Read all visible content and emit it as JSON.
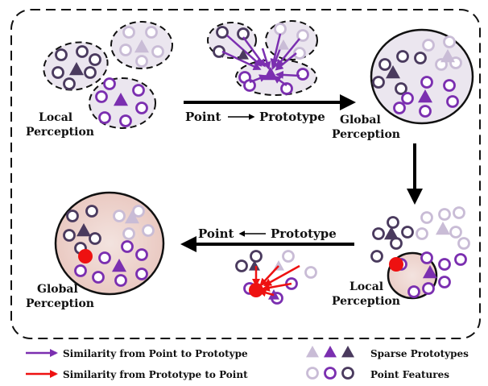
{
  "labels": {
    "local_perception_1": [
      "Local",
      "Perception"
    ],
    "point_to_prototype": {
      "point": "Point",
      "prototype": "Prototype"
    },
    "global_perception_1": [
      "Global",
      "Perception"
    ],
    "point_from_prototype": {
      "point": "Point",
      "prototype": "Prototype"
    },
    "global_perception_2": [
      "Global",
      "Perception"
    ],
    "local_perception_2": [
      "Local",
      "Perception"
    ]
  },
  "legend": {
    "purple_arrow": "Similarity from Point to Prototype",
    "red_arrow": "Similarity from Prototype to Point",
    "prototypes": "Sparse Prototypes",
    "features": "Point Features"
  },
  "colors": {
    "dark": "#4a3a5e",
    "purple": "#7b2fb0",
    "light": "#c9bcd6",
    "red": "#ee1111",
    "cluster_fill": "#ebe6ef",
    "global_fill": "#f2d9d3"
  }
}
